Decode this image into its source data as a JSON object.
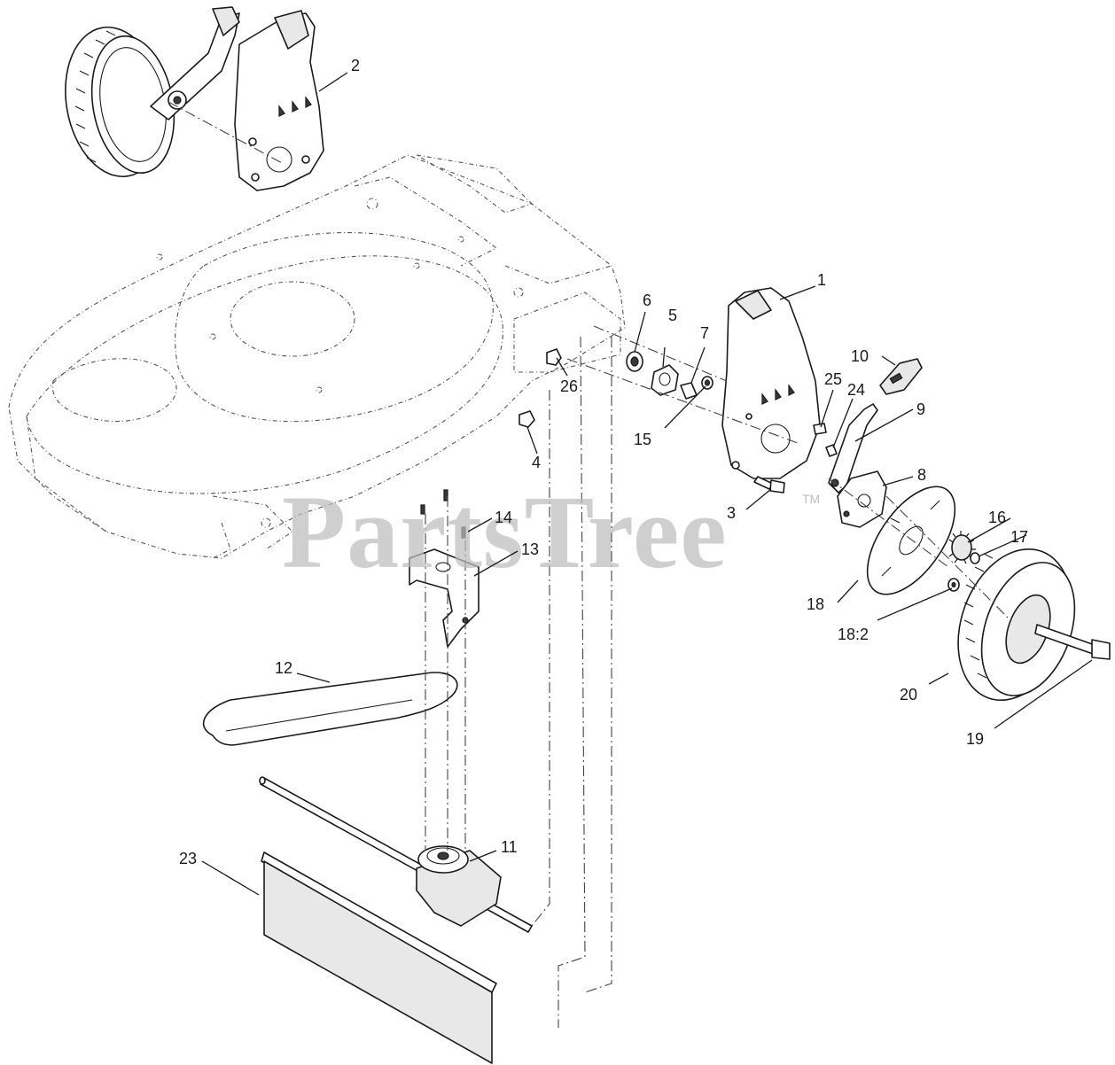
{
  "diagram": {
    "watermark": "PartsTree",
    "trademark": "TM",
    "callouts": [
      {
        "id": "c1",
        "label": "1"
      },
      {
        "id": "c2",
        "label": "2"
      },
      {
        "id": "c3",
        "label": "3"
      },
      {
        "id": "c4",
        "label": "4"
      },
      {
        "id": "c5",
        "label": "5"
      },
      {
        "id": "c6",
        "label": "6"
      },
      {
        "id": "c7",
        "label": "7"
      },
      {
        "id": "c8",
        "label": "8"
      },
      {
        "id": "c9",
        "label": "9"
      },
      {
        "id": "c10",
        "label": "10"
      },
      {
        "id": "c11",
        "label": "11"
      },
      {
        "id": "c12",
        "label": "12"
      },
      {
        "id": "c13",
        "label": "13"
      },
      {
        "id": "c14",
        "label": "14"
      },
      {
        "id": "c15",
        "label": "15"
      },
      {
        "id": "c16",
        "label": "16"
      },
      {
        "id": "c17",
        "label": "17"
      },
      {
        "id": "c18",
        "label": "18"
      },
      {
        "id": "c18b",
        "label": "18:2"
      },
      {
        "id": "c19",
        "label": "19"
      },
      {
        "id": "c20",
        "label": "20"
      },
      {
        "id": "c23",
        "label": "23"
      },
      {
        "id": "c24",
        "label": "24"
      },
      {
        "id": "c25",
        "label": "25"
      },
      {
        "id": "c26",
        "label": "26"
      }
    ]
  }
}
